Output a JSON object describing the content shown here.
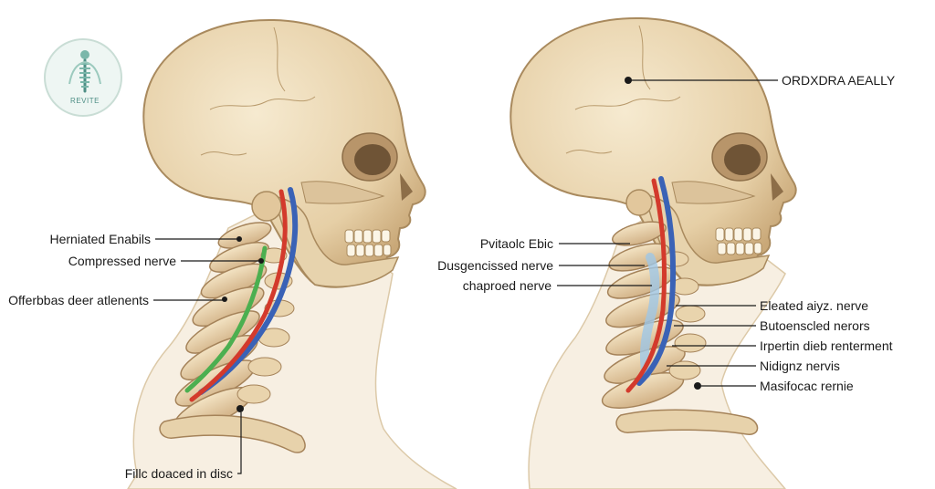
{
  "logo": {
    "text": "REVITE",
    "accent": "#5fa89c"
  },
  "colors": {
    "bone": "#ecdcbb",
    "bone_dark": "#caa97e",
    "skin": "#f6eee0",
    "nerve_red": "#d33a2c",
    "nerve_blue": "#3a62b6",
    "nerve_green": "#4caf50",
    "leader_line": "#1a1a1a"
  },
  "left_panel": {
    "labels": [
      "Herniated Enabils",
      "Compressed nerve",
      "Offerbbas deer atlenents",
      "Fillc doaced in disc"
    ]
  },
  "right_panel": {
    "labels": [
      "ORDXDRA AEALLY",
      "Pvitaolc Ebic",
      "Dusgencissed nerve",
      "chaproed nerve",
      "Eleated aiyz. nerve",
      "Butoenscled nerors",
      "Irpertin dieb renterment",
      "Nidignz nervis",
      "Masifocac rernie"
    ]
  }
}
